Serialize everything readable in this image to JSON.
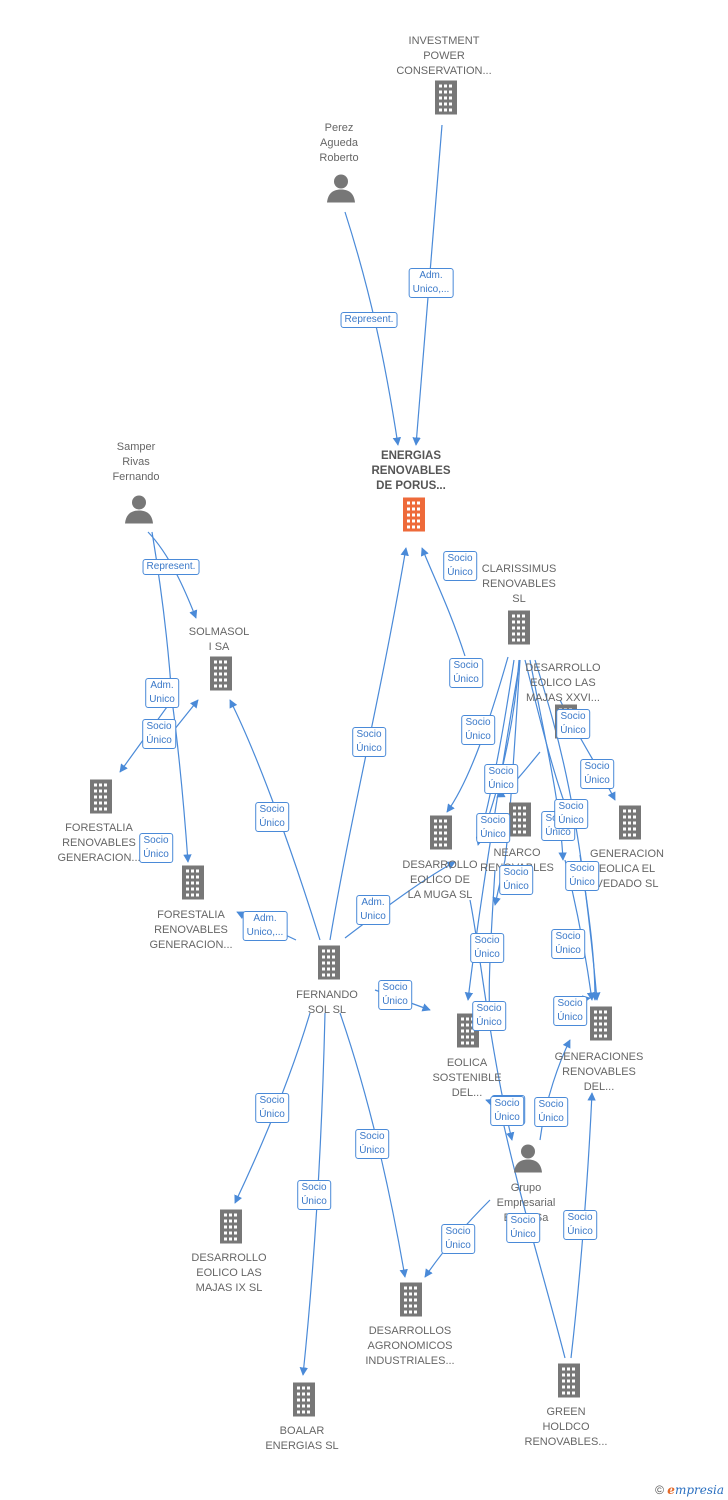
{
  "colors": {
    "edge": "#4a8ad8",
    "node": "#777777",
    "focus": "#ee6a3a"
  },
  "nodes": [
    {
      "id": "investment",
      "lines": [
        "INVESTMENT",
        "POWER",
        "CONSERVATION..."
      ],
      "type": "company"
    },
    {
      "id": "perez",
      "lines": [
        "Perez",
        "Agueda",
        "Roberto"
      ],
      "type": "person"
    },
    {
      "id": "porus",
      "lines": [
        "ENERGIAS",
        "RENOVABLES",
        "DE PORUS..."
      ],
      "type": "company",
      "focus": true
    },
    {
      "id": "samper",
      "lines": [
        "Samper",
        "Rivas",
        "Fernando"
      ],
      "type": "person"
    },
    {
      "id": "solmasol",
      "lines": [
        "SOLMASOL",
        "I SA"
      ],
      "type": "company"
    },
    {
      "id": "clarissimus",
      "lines": [
        "CLARISSIMUS",
        "RENOVABLES",
        "SL"
      ],
      "type": "company"
    },
    {
      "id": "majasxxvi",
      "lines": [
        "DESARROLLO",
        "EOLICO LAS",
        "MAJAS XXVI..."
      ],
      "type": "company"
    },
    {
      "id": "forestalia1",
      "lines": [
        "FORESTALIA",
        "RENOVABLES",
        "GENERACION..."
      ],
      "type": "company"
    },
    {
      "id": "forestalia2",
      "lines": [
        "FORESTALIA",
        "RENOVABLES",
        "GENERACION..."
      ],
      "type": "company"
    },
    {
      "id": "muga",
      "lines": [
        "DESARROLLO",
        "EOLICO DE",
        "LA MUGA SL"
      ],
      "type": "company"
    },
    {
      "id": "nearco",
      "lines": [
        "NEARCO",
        "RENOVABLES"
      ],
      "type": "company"
    },
    {
      "id": "generacion_vedado",
      "lines": [
        "GENERACION",
        "EOLICA EL",
        "VEDADO SL"
      ],
      "type": "company"
    },
    {
      "id": "fernando",
      "lines": [
        "FERNANDO",
        "SOL SL"
      ],
      "type": "company"
    },
    {
      "id": "eolica",
      "lines": [
        "EOLICA",
        "SOSTENIBLE",
        "DEL..."
      ],
      "type": "company"
    },
    {
      "id": "generaciones",
      "lines": [
        "GENERACIONES",
        "RENOVABLES",
        "DEL..."
      ],
      "type": "company"
    },
    {
      "id": "grupo",
      "lines": [
        "Grupo",
        "Empresarial",
        "Enhol Sa"
      ],
      "type": "person"
    },
    {
      "id": "majasix",
      "lines": [
        "DESARROLLO",
        "EOLICO LAS",
        "MAJAS IX  SL"
      ],
      "type": "company"
    },
    {
      "id": "agronomicos",
      "lines": [
        "DESARROLLOS",
        "AGRONOMICOS",
        "INDUSTRIALES..."
      ],
      "type": "company"
    },
    {
      "id": "boalar",
      "lines": [
        "BOALAR",
        "ENERGIAS  SL"
      ],
      "type": "company"
    },
    {
      "id": "green",
      "lines": [
        "GREEN",
        "HOLDCO",
        "RENOVABLES..."
      ],
      "type": "company"
    }
  ],
  "edge_labels": [
    [
      "Adm.",
      "Unico,..."
    ],
    [
      "Represent."
    ],
    [
      "Represent."
    ],
    [
      "Adm.",
      "Unico"
    ],
    [
      "Socio",
      "Único"
    ],
    [
      "Socio",
      "Único"
    ],
    [
      "Socio",
      "Único"
    ],
    [
      "Socio",
      "Único"
    ],
    [
      "Adm.",
      "Unico"
    ],
    [
      "Socio",
      "Único"
    ],
    [
      "Adm.",
      "Unico,..."
    ],
    [
      "Socio",
      "Único"
    ],
    [
      "Socio",
      "Único"
    ],
    [
      "Socio",
      "Único"
    ],
    [
      "Socio",
      "Único"
    ],
    [
      "Socio",
      "Único"
    ],
    [
      "Socio",
      "Único"
    ],
    [
      "Socio",
      "Único"
    ],
    [
      "Socio",
      "Único"
    ],
    [
      "Socio",
      "Único"
    ],
    [
      "Socio",
      "Único"
    ],
    [
      "Socio",
      "Único"
    ],
    [
      "Socio",
      "Único"
    ],
    [
      "Socio",
      "Único"
    ],
    [
      "Socio",
      "Único"
    ],
    [
      "Socio",
      "Único"
    ],
    [
      "Socio",
      "Único"
    ],
    [
      "Socio",
      "Único"
    ],
    [
      "Socio",
      "Único"
    ],
    [
      "Socio",
      "Único"
    ],
    [
      "Socio",
      "Único"
    ],
    [
      "Socio",
      "Único"
    ],
    [
      "Socio",
      "Único"
    ],
    [
      "Socio",
      "Único"
    ],
    [
      "Socio",
      "Único"
    ]
  ],
  "footer": {
    "copyright": "©",
    "brand_first": "e",
    "brand_rest": "mpresia"
  }
}
